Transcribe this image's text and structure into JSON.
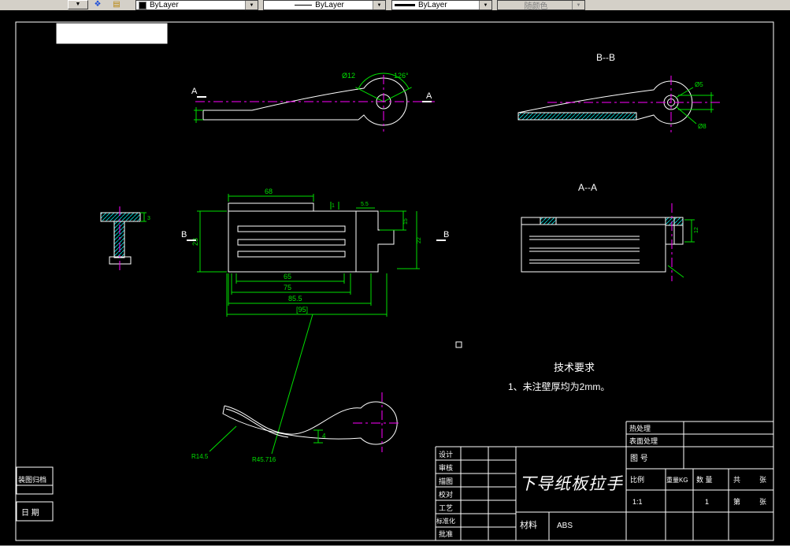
{
  "toolbar": {
    "color_value": "ByLayer",
    "linetype_value": "ByLayer",
    "lineweight_value": "ByLayer",
    "plotstyle_value": "随颜色"
  },
  "drawing": {
    "view_labels": {
      "bb": "B--B",
      "aa": "A--A"
    },
    "section_marks": {
      "a": "A",
      "b": "B"
    },
    "tech": {
      "title": "技术要求",
      "item1": "1、未注壁厚均为2mm。"
    },
    "dims": {
      "dia12": "Ø12",
      "ang126": "126°",
      "dia5": "Ø5",
      "dia8": "Ø8",
      "len68": "68",
      "len1": "1",
      "len5_5": "5.5",
      "len15": "15",
      "len22": "22",
      "len23": "23",
      "len65": "65",
      "len75": "75",
      "len85_5": "85.5",
      "len95": "[95]",
      "len12": "12",
      "len3": "3",
      "len4": "4",
      "rad14_5": "R14.5",
      "rad45_716": "R45.716"
    }
  },
  "titleblock": {
    "row_labels": [
      "设计",
      "审核",
      "描图",
      "校对",
      "工艺",
      "标准化",
      "批准"
    ],
    "part_name": "下导纸板拉手",
    "heat_label": "热处理",
    "surface_label": "表面处理",
    "drawing_no_label": "图  号",
    "scale_label": "比例",
    "scale_value": "1:1",
    "weight_label": "重量KG",
    "qty_label": "数  量",
    "qty_value": "1",
    "total_label": "共",
    "sheet_label": "第",
    "zhang": "张",
    "material_label": "材料",
    "material_value": "ABS"
  },
  "frame": {
    "archive_label": "装图归档",
    "date_label": "日 期"
  }
}
